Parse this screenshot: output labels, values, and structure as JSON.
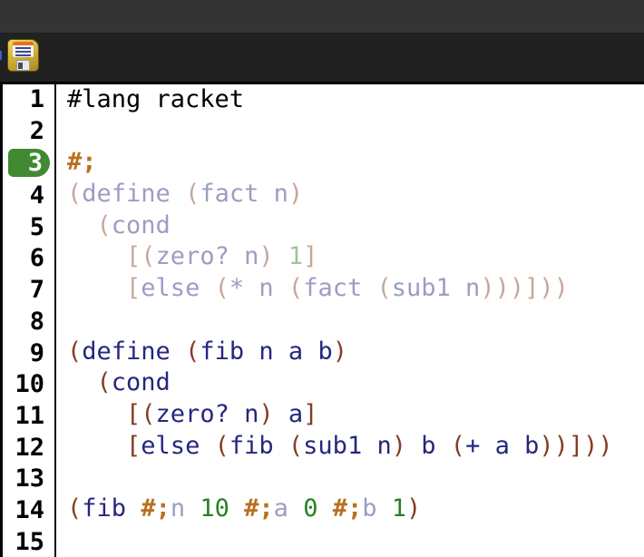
{
  "window": {
    "app": "racket-code-editor",
    "titlebar_color": "#343434",
    "toolbar_color": "#212121"
  },
  "toolbar": {
    "save_button": {
      "icon": "floppy-disk-icon"
    }
  },
  "editor": {
    "background": "#ffffff",
    "language_line": "#lang racket",
    "gutter": {
      "current_line": 3,
      "line_count": 15
    },
    "syntax_colors": {
      "plain": "#000000",
      "comment": "#b8701f",
      "paren": "#843c24",
      "symbol": "#262680",
      "constant": "#298026",
      "badge": "#418a32",
      "dim_opacity": "0.45"
    },
    "lines": [
      {
        "tokens": [
          [
            "p",
            "#lang racket"
          ]
        ]
      },
      {
        "tokens": []
      },
      {
        "tokens": [
          [
            "c",
            "#;"
          ]
        ]
      },
      {
        "dim": true,
        "tokens": [
          [
            "b",
            "("
          ],
          [
            "s",
            "define"
          ],
          [
            "w",
            " "
          ],
          [
            "b",
            "("
          ],
          [
            "s",
            "fact"
          ],
          [
            "w",
            " "
          ],
          [
            "s",
            "n"
          ],
          [
            "b",
            ")"
          ]
        ]
      },
      {
        "dim": true,
        "tokens": [
          [
            "w",
            "  "
          ],
          [
            "b",
            "("
          ],
          [
            "s",
            "cond"
          ]
        ]
      },
      {
        "dim": true,
        "tokens": [
          [
            "w",
            "    "
          ],
          [
            "b",
            "[("
          ],
          [
            "s",
            "zero?"
          ],
          [
            "w",
            " "
          ],
          [
            "s",
            "n"
          ],
          [
            "b",
            ")"
          ],
          [
            "w",
            " "
          ],
          [
            "k",
            "1"
          ],
          [
            "b",
            "]"
          ]
        ]
      },
      {
        "dim": true,
        "tokens": [
          [
            "w",
            "    "
          ],
          [
            "b",
            "["
          ],
          [
            "s",
            "else"
          ],
          [
            "w",
            " "
          ],
          [
            "b",
            "("
          ],
          [
            "s",
            "*"
          ],
          [
            "w",
            " "
          ],
          [
            "s",
            "n"
          ],
          [
            "w",
            " "
          ],
          [
            "b",
            "("
          ],
          [
            "s",
            "fact"
          ],
          [
            "w",
            " "
          ],
          [
            "b",
            "("
          ],
          [
            "s",
            "sub1"
          ],
          [
            "w",
            " "
          ],
          [
            "s",
            "n"
          ],
          [
            "b",
            ")))]))"
          ]
        ]
      },
      {
        "tokens": []
      },
      {
        "tokens": [
          [
            "b",
            "("
          ],
          [
            "s",
            "define"
          ],
          [
            "w",
            " "
          ],
          [
            "b",
            "("
          ],
          [
            "s",
            "fib"
          ],
          [
            "w",
            " "
          ],
          [
            "s",
            "n"
          ],
          [
            "w",
            " "
          ],
          [
            "s",
            "a"
          ],
          [
            "w",
            " "
          ],
          [
            "s",
            "b"
          ],
          [
            "b",
            ")"
          ]
        ]
      },
      {
        "tokens": [
          [
            "w",
            "  "
          ],
          [
            "b",
            "("
          ],
          [
            "s",
            "cond"
          ]
        ]
      },
      {
        "tokens": [
          [
            "w",
            "    "
          ],
          [
            "b",
            "[("
          ],
          [
            "s",
            "zero?"
          ],
          [
            "w",
            " "
          ],
          [
            "s",
            "n"
          ],
          [
            "b",
            ")"
          ],
          [
            "w",
            " "
          ],
          [
            "s",
            "a"
          ],
          [
            "b",
            "]"
          ]
        ]
      },
      {
        "tokens": [
          [
            "w",
            "    "
          ],
          [
            "b",
            "["
          ],
          [
            "s",
            "else"
          ],
          [
            "w",
            " "
          ],
          [
            "b",
            "("
          ],
          [
            "s",
            "fib"
          ],
          [
            "w",
            " "
          ],
          [
            "b",
            "("
          ],
          [
            "s",
            "sub1"
          ],
          [
            "w",
            " "
          ],
          [
            "s",
            "n"
          ],
          [
            "b",
            ")"
          ],
          [
            "w",
            " "
          ],
          [
            "s",
            "b"
          ],
          [
            "w",
            " "
          ],
          [
            "b",
            "("
          ],
          [
            "s",
            "+"
          ],
          [
            "w",
            " "
          ],
          [
            "s",
            "a"
          ],
          [
            "w",
            " "
          ],
          [
            "s",
            "b"
          ],
          [
            "b",
            "))]))"
          ]
        ]
      },
      {
        "tokens": []
      },
      {
        "tokens": [
          [
            "b",
            "("
          ],
          [
            "s",
            "fib"
          ],
          [
            "w",
            " "
          ],
          [
            "c",
            "#;"
          ],
          [
            "sd",
            "n"
          ],
          [
            "w",
            " "
          ],
          [
            "k",
            "10"
          ],
          [
            "w",
            " "
          ],
          [
            "c",
            "#;"
          ],
          [
            "sd",
            "a"
          ],
          [
            "w",
            " "
          ],
          [
            "k",
            "0"
          ],
          [
            "w",
            " "
          ],
          [
            "c",
            "#;"
          ],
          [
            "sd",
            "b"
          ],
          [
            "w",
            " "
          ],
          [
            "k",
            "1"
          ],
          [
            "b",
            ")"
          ]
        ]
      },
      {
        "tokens": []
      }
    ]
  }
}
